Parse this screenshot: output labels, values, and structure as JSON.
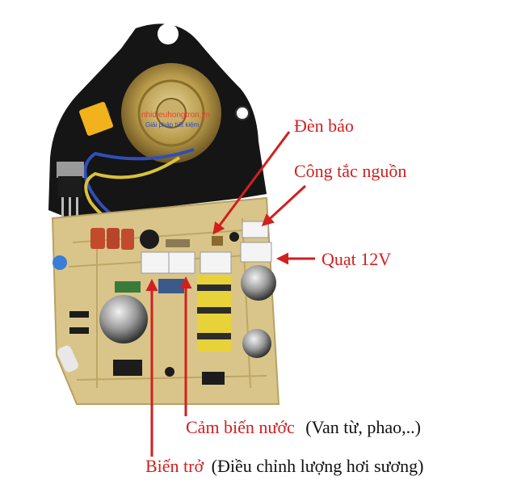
{
  "photo": {
    "watermark_line1": "nhidieuhongtron.vn",
    "watermark_line2": "Giải pháp tiết kiệm"
  },
  "labels": {
    "den_bao": "Đèn báo",
    "cong_tac_nguon": "Công tắc nguồn",
    "quat": "Quạt 12V",
    "cam_bien_nuoc": "Cảm biến nước",
    "cam_bien_nuoc_note": "(Van từ, phao,..)",
    "bien_tro": "Biến trở",
    "bien_tro_note": "(Điều chỉnh lượng hơi sương)"
  },
  "colors": {
    "annotation_red": "#d21f1f",
    "pcb": "#d9c58a",
    "housing": "#151515",
    "background": "#ffffff"
  }
}
